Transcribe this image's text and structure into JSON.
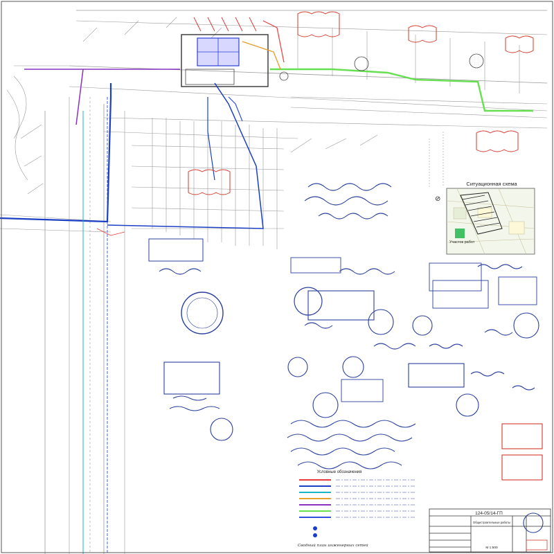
{
  "sheet": {
    "situation_title": "Ситуационная схема",
    "work_area_label": "Участок работ",
    "legend_title": "Условные обозначения",
    "plan_caption": "Сводный план инженерных сетей",
    "work_type": "Общестроительные работы",
    "drawing_code": "124-05/14-ГП",
    "scale": "М 1:500"
  },
  "colors": {
    "paper": "#ffffff",
    "linework": "#8a8a8a",
    "heat_network": "#e83a3a",
    "water_main": "#1a3fc4",
    "sewer": "#17b6c9",
    "gas": "#e8a030",
    "storm": "#8a30c0",
    "proposed_main": "#66e050",
    "cable": "#3050e0",
    "stamp_ink": "#2a3f9e",
    "title_red": "#d23a2a"
  },
  "legend_swatches": [
    "heat_network",
    "water_main",
    "sewer",
    "gas",
    "storm",
    "proposed_main",
    "cable"
  ]
}
